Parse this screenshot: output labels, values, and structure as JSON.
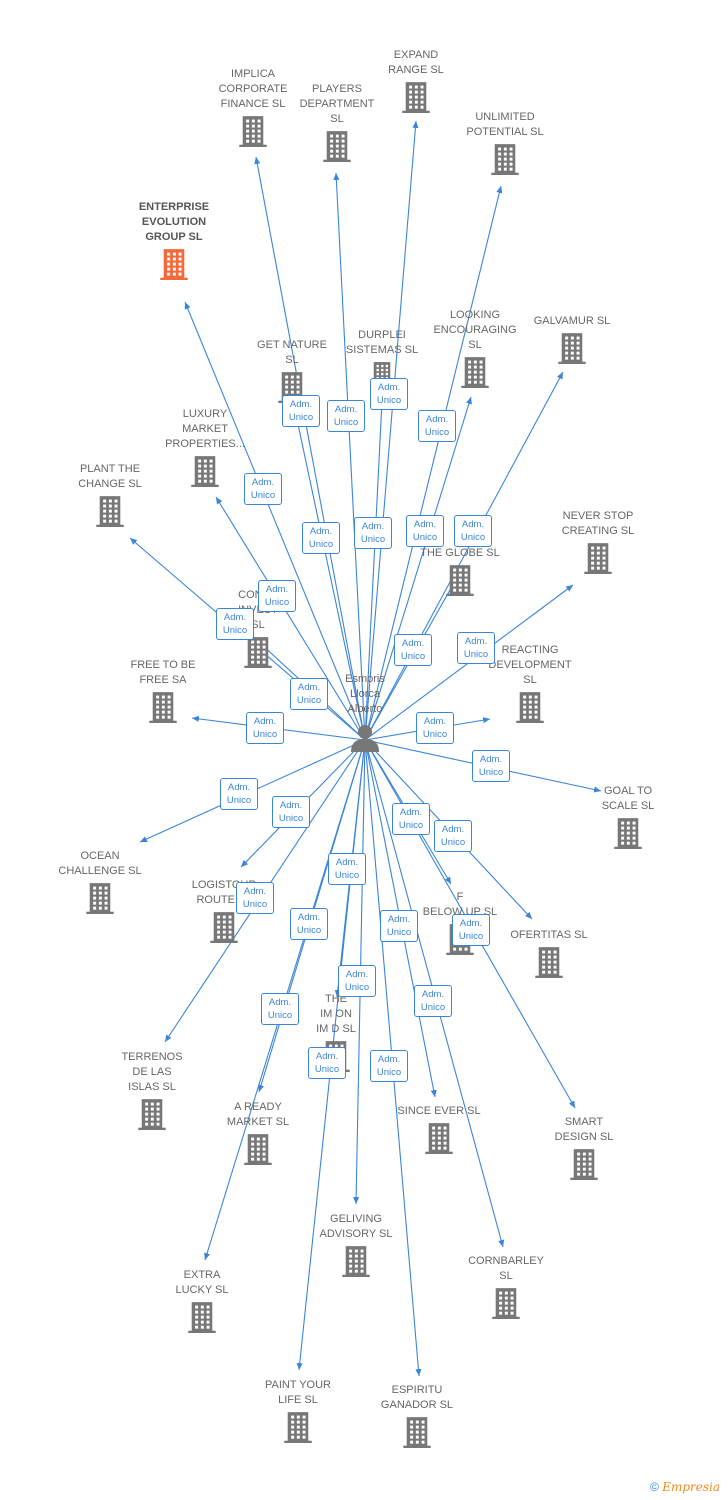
{
  "person": {
    "name": "Esmoris\nLlorca\nAlberto"
  },
  "edge_label_text": "Adm.\nUnico",
  "colors": {
    "edge": "#3b85d8",
    "building": "#777777",
    "building_highlight": "#f26a3b",
    "text": "#666666"
  },
  "companies": [
    {
      "id": "enterprise-evolution",
      "name": "ENTERPRISE\nEVOLUTION\nGROUP  SL",
      "highlight": true
    },
    {
      "id": "implica",
      "name": "IMPLICA\nCORPORATE\nFINANCE  SL"
    },
    {
      "id": "players",
      "name": "PLAYERS\nDEPARTMENT\nSL"
    },
    {
      "id": "expand",
      "name": "EXPAND\nRANGE  SL"
    },
    {
      "id": "unlimited",
      "name": "UNLIMITED\nPOTENTIAL  SL"
    },
    {
      "id": "galvamur",
      "name": "GALVAMUR  SL"
    },
    {
      "id": "looking",
      "name": "LOOKING\nENCOURAGING\nSL"
    },
    {
      "id": "durplei",
      "name": "DURPLEI\nSISTEMAS  SL"
    },
    {
      "id": "get-nature",
      "name": "GET NATURE\nSL"
    },
    {
      "id": "luxury",
      "name": "LUXURY\nMARKET\nPROPERTIES..."
    },
    {
      "id": "plant",
      "name": "PLANT THE\nCHANGE  SL"
    },
    {
      "id": "never-stop",
      "name": "NEVER STOP\nCREATING  SL"
    },
    {
      "id": "the-globe",
      "name": "THE GLOBE  SL"
    },
    {
      "id": "conne",
      "name": "CONNE\nINVEST\nSL"
    },
    {
      "id": "free",
      "name": "FREE TO BE\nFREE SA"
    },
    {
      "id": "reacting",
      "name": "REACTING\nDEVELOPMENT\nSL"
    },
    {
      "id": "goal",
      "name": "GOAL TO\nSCALE  SL"
    },
    {
      "id": "ocean",
      "name": "OCEAN\nCHALLENGE  SL"
    },
    {
      "id": "logistour",
      "name": "LOGISTOUR\nROUTE  SL"
    },
    {
      "id": "below-up",
      "name": "F\nBELOW UP  SL"
    },
    {
      "id": "ofertitas",
      "name": "OFERTITAS  SL"
    },
    {
      "id": "terrenos",
      "name": "TERRENOS\nDE LAS\nISLAS  SL"
    },
    {
      "id": "the-im",
      "name": "THE\nIM      ON\nIM      D  SL"
    },
    {
      "id": "a-ready",
      "name": "A READY\nMARKET  SL"
    },
    {
      "id": "since-ever",
      "name": "SINCE EVER  SL"
    },
    {
      "id": "smart",
      "name": "SMART\nDESIGN  SL"
    },
    {
      "id": "geliving",
      "name": "GELIVING\nADVISORY  SL"
    },
    {
      "id": "cornbarley",
      "name": "CORNBARLEY\nSL"
    },
    {
      "id": "extra",
      "name": "EXTRA\nLUCKY  SL"
    },
    {
      "id": "paint",
      "name": "PAINT YOUR\nLIFE  SL"
    },
    {
      "id": "espiritu",
      "name": "ESPIRITU\nGANADOR SL"
    }
  ],
  "footer": {
    "copyright": "©",
    "brand": "Empresia"
  }
}
